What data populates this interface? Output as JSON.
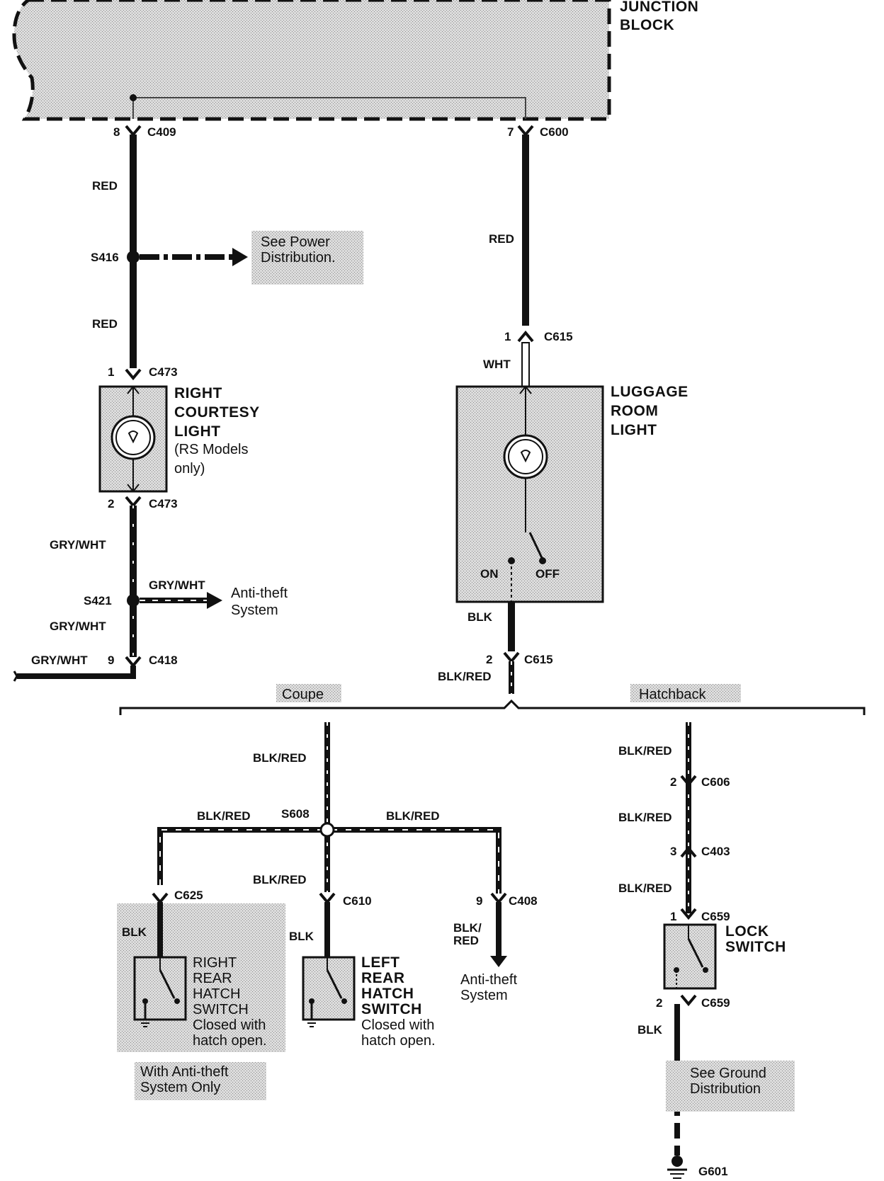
{
  "junction_block": {
    "line1": "JUNCTION",
    "line2": "BLOCK"
  },
  "connectors": {
    "c409_pin": "8",
    "c409": "C409",
    "c600_pin": "7",
    "c600": "C600",
    "s416": "S416",
    "c615_top_pin": "1",
    "c615_top": "C615",
    "c473_top_pin": "1",
    "c473_top": "C473",
    "c473_bot_pin": "2",
    "c473_bot": "C473",
    "s421": "S421",
    "c418_pin": "9",
    "c418": "C418",
    "c615_bot_pin": "2",
    "c615_bot": "C615",
    "s608": "S608",
    "c625": "C625",
    "c610": "C610",
    "c408_pin": "9",
    "c408": "C408",
    "c606_pin": "2",
    "c606": "C606",
    "c403_pin": "3",
    "c403": "C403",
    "c659_top_pin": "1",
    "c659_top": "C659",
    "c659_bot_pin": "2",
    "c659_bot": "C659",
    "g601": "G601"
  },
  "wires": {
    "red_1": "RED",
    "red_2": "RED",
    "red_3": "RED",
    "wht": "WHT",
    "gry_wht_1": "GRY/WHT",
    "gry_wht_2": "GRY/WHT",
    "gry_wht_3": "GRY/WHT",
    "gry_wht_4": "GRY/WHT",
    "blk_1": "BLK",
    "blk_red_1": "BLK/RED",
    "blk_red_2": "BLK/RED",
    "blk_red_3": "BLK/RED",
    "blk_red_4": "BLK/RED",
    "blk_red_5": "BLK/RED",
    "blk_red_6": "BLK/RED",
    "blk_red_7": "BLK/RED",
    "blk_red_8": "BLK/RED",
    "blk_red_9a": "BLK/",
    "blk_red_9b": "RED",
    "blk_2": "BLK",
    "blk_3": "BLK",
    "blk_4": "BLK"
  },
  "components": {
    "right_courtesy": [
      "RIGHT",
      "COURTESY",
      "LIGHT",
      "(RS Models",
      "only)"
    ],
    "luggage": [
      "LUGGAGE",
      "ROOM",
      "LIGHT"
    ],
    "switch_on": "ON",
    "switch_off": "OFF",
    "right_rear_hatch": [
      "RIGHT",
      "REAR",
      "HATCH",
      "SWITCH"
    ],
    "right_rear_note": [
      "Closed with",
      "hatch open."
    ],
    "left_rear_hatch": [
      "LEFT",
      "REAR",
      "HATCH",
      "SWITCH"
    ],
    "left_rear_note": [
      "Closed with",
      "hatch open."
    ],
    "lock_switch": [
      "LOCK",
      "SWITCH"
    ]
  },
  "refs": {
    "power_dist": [
      "See Power",
      "Distribution."
    ],
    "anti_theft_1": [
      "Anti-theft",
      "System"
    ],
    "anti_theft_2": [
      "Anti-theft",
      "System"
    ],
    "ground_dist": [
      "See Ground",
      "Distribution"
    ],
    "anti_theft_only": [
      "With Anti-theft",
      "System Only"
    ]
  },
  "variants": {
    "coupe": "Coupe",
    "hatchback": "Hatchback"
  }
}
